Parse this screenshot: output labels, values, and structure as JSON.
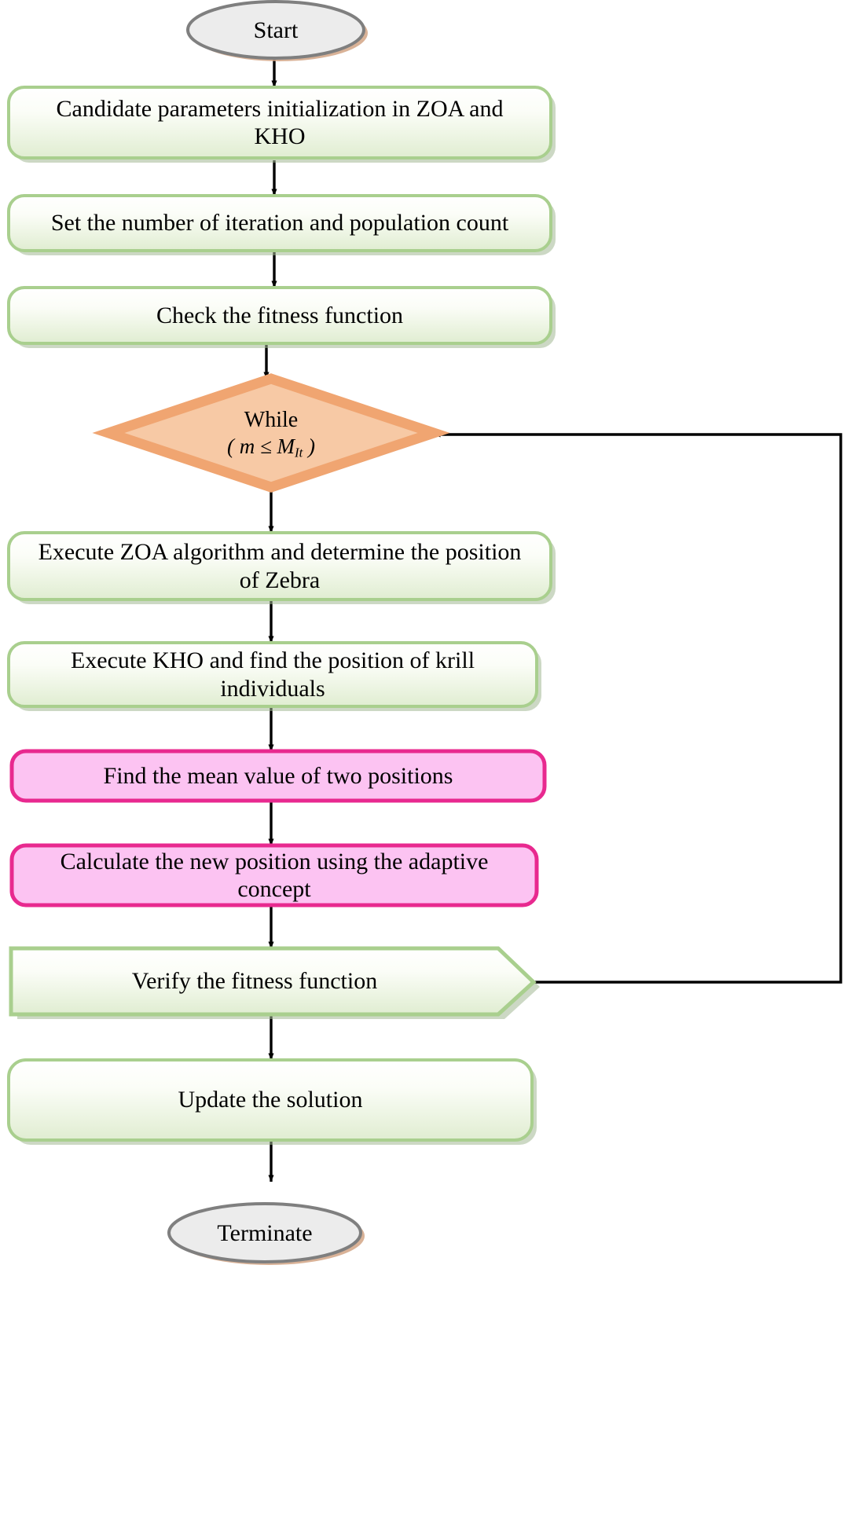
{
  "diagram": {
    "type": "flowchart",
    "title": "Hybrid ZOA-KHO optimization algorithm flowchart",
    "colors": {
      "terminator_fill": "#ececec",
      "terminator_stroke": "#7f7f7f",
      "terminator_shadow": "#d2a585",
      "process_fill_top": "#fdfefb",
      "process_fill_bottom": "#e2eed4",
      "process_stroke": "#a9cf8e",
      "process_shadow": "#a3b894",
      "decision_fill": "#f7c9a5",
      "decision_stroke": "#f0a571",
      "decision_shadow": "#9e9e9e",
      "highlight_fill": "#fcc3f2",
      "highlight_stroke": "#e8298f",
      "connector": "#000000",
      "background": "#ffffff"
    },
    "nodes": [
      {
        "id": "start",
        "shape": "ellipse",
        "label": "Start",
        "style": "terminator"
      },
      {
        "id": "init",
        "shape": "rounded-rect",
        "label": "Candidate parameters initialization in ZOA and\nKHO",
        "style": "process"
      },
      {
        "id": "set-iter",
        "shape": "rounded-rect",
        "label": "Set the number of iteration and population count",
        "style": "process"
      },
      {
        "id": "check-fitness",
        "shape": "rounded-rect",
        "label": "Check the fitness function",
        "style": "process"
      },
      {
        "id": "while-loop",
        "shape": "diamond",
        "label": "While",
        "condition_prefix": "( m ≤ M",
        "condition_subscript": "It",
        "condition_suffix": " )",
        "style": "decision"
      },
      {
        "id": "exec-zoa",
        "shape": "rounded-rect",
        "label": "Execute ZOA algorithm and determine the position\nof Zebra",
        "style": "process"
      },
      {
        "id": "exec-kho",
        "shape": "rounded-rect",
        "label": "Execute KHO and find the position of krill\nindividuals",
        "style": "process"
      },
      {
        "id": "find-mean",
        "shape": "rounded-rect",
        "label": "Find the mean value of two positions",
        "style": "highlight"
      },
      {
        "id": "calc-new-position",
        "shape": "rounded-rect",
        "label": "Calculate the new position using the adaptive\nconcept",
        "style": "highlight"
      },
      {
        "id": "verify-fitness",
        "shape": "pentagon",
        "label": "Verify the fitness function",
        "style": "process"
      },
      {
        "id": "update-solution",
        "shape": "rounded-rect",
        "label": "Update the solution",
        "style": "process"
      },
      {
        "id": "terminate",
        "shape": "ellipse",
        "label": "Terminate",
        "style": "terminator"
      }
    ],
    "edges": [
      {
        "from": "start",
        "to": "init",
        "kind": "arrow"
      },
      {
        "from": "init",
        "to": "set-iter",
        "kind": "arrow"
      },
      {
        "from": "set-iter",
        "to": "check-fitness",
        "kind": "arrow"
      },
      {
        "from": "check-fitness",
        "to": "while-loop",
        "kind": "arrow"
      },
      {
        "from": "while-loop",
        "to": "exec-zoa",
        "kind": "arrow"
      },
      {
        "from": "exec-zoa",
        "to": "exec-kho",
        "kind": "arrow"
      },
      {
        "from": "exec-kho",
        "to": "find-mean",
        "kind": "arrow"
      },
      {
        "from": "find-mean",
        "to": "calc-new-position",
        "kind": "arrow"
      },
      {
        "from": "calc-new-position",
        "to": "verify-fitness",
        "kind": "arrow"
      },
      {
        "from": "verify-fitness",
        "to": "update-solution",
        "kind": "arrow"
      },
      {
        "from": "update-solution",
        "to": "terminate",
        "kind": "arrow"
      },
      {
        "from": "verify-fitness",
        "to": "while-loop",
        "kind": "feedback-arrow"
      }
    ]
  }
}
